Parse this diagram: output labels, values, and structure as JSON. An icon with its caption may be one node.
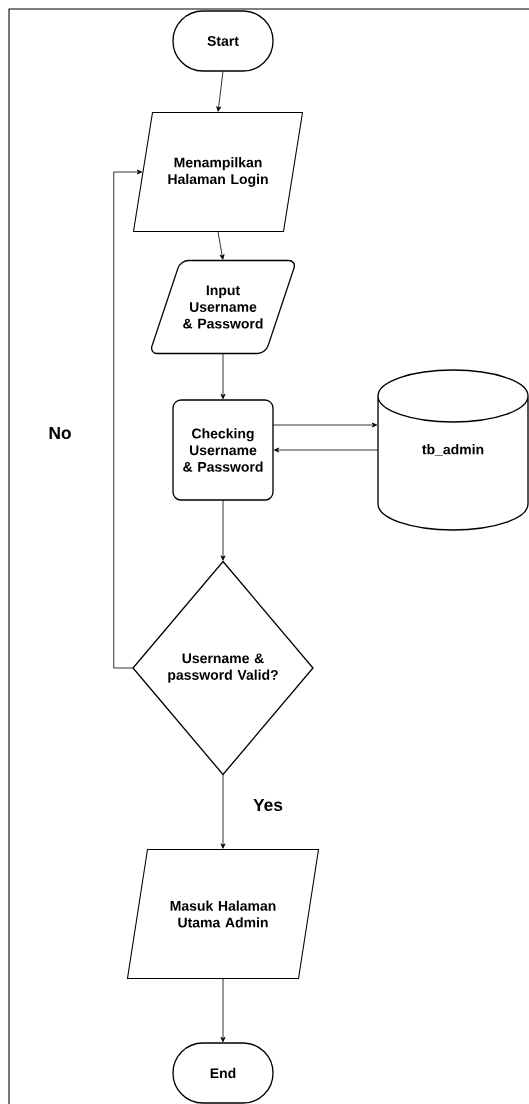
{
  "diagram": {
    "nodes": [
      {
        "text": [
          "Start"
        ]
      },
      {
        "text": [
          "Menampilkan Halaman Login"
        ]
      },
      {
        "text": [
          "Input Username & Password"
        ]
      },
      {
        "text": [
          "Checking Username & Password"
        ]
      },
      {
        "text": [
          "tb_admin"
        ]
      },
      {
        "text": [
          "Username & password Valid?"
        ]
      },
      {
        "text": [
          "Masuk Halaman Utama Admin"
        ]
      },
      {
        "text": [
          "End"
        ]
      }
    ],
    "edges": [
      {
        "from": 0,
        "to": 1,
        "arrow": "to"
      },
      {
        "from": 1,
        "to": 2,
        "arrow": "to"
      },
      {
        "from": 2,
        "to": 3,
        "arrow": "to"
      },
      {
        "from": 3,
        "to": 4,
        "arrow": "to"
      },
      {
        "from": 4,
        "to": 3,
        "arrow": "to"
      },
      {
        "from": 3,
        "to": 5,
        "arrow": "to"
      },
      {
        "from": 5,
        "to": 6,
        "arrow": "to",
        "label": "Yes"
      },
      {
        "from": 5,
        "to": 1,
        "arrow": "to",
        "label": "No"
      },
      {
        "from": 6,
        "to": 7,
        "arrow": "to"
      }
    ]
  }
}
